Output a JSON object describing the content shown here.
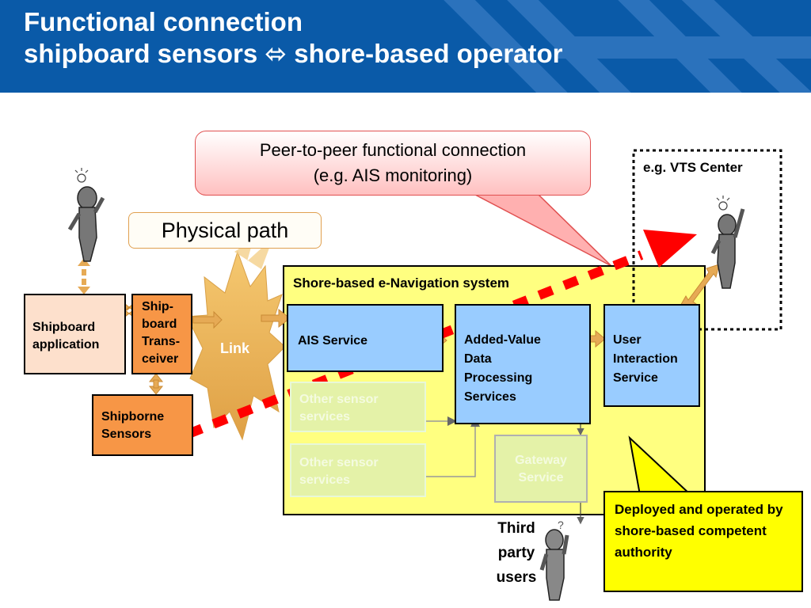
{
  "title": {
    "line1": "Functional connection",
    "line2_left": "shipboard sensors",
    "line2_arrow": "⬄",
    "line2_right": "shore-based operator"
  },
  "callouts": {
    "peer_to_peer_line1": "Peer-to-peer functional connection",
    "peer_to_peer_line2": "(e.g. AIS monitoring)",
    "physical_path": "Physical path",
    "deployed": "Deployed and operated by shore-based competent authority"
  },
  "ship": {
    "application": "Shipboard application",
    "transceiver": "Ship-board Trans-ceiver",
    "sensors": "Shipborne Sensors",
    "link": "Link"
  },
  "shore": {
    "system_label": "Shore-based e-Navigation system",
    "ais_service": "AIS Service",
    "added_value": "Added-Value Data Processing Services",
    "user_interaction": "User Interaction Service",
    "other_sensor_1": "Other sensor services",
    "other_sensor_2": "Other sensor services",
    "gateway": "Gateway Service"
  },
  "vts": {
    "label": "e.g. VTS Center"
  },
  "third_party": {
    "label": "Third party users"
  },
  "colors": {
    "header_blue": "#0a5aa8",
    "system_yellow": "#ffff80",
    "service_blue": "#99ccff",
    "ship_orange": "#f79646",
    "ship_peach": "#fde0cc",
    "path_red": "#ff0000",
    "arrow_tan": "#e6aa55"
  },
  "icons": [
    "stick-figure-icon",
    "light-bulb-icon",
    "question-mark-icon"
  ]
}
